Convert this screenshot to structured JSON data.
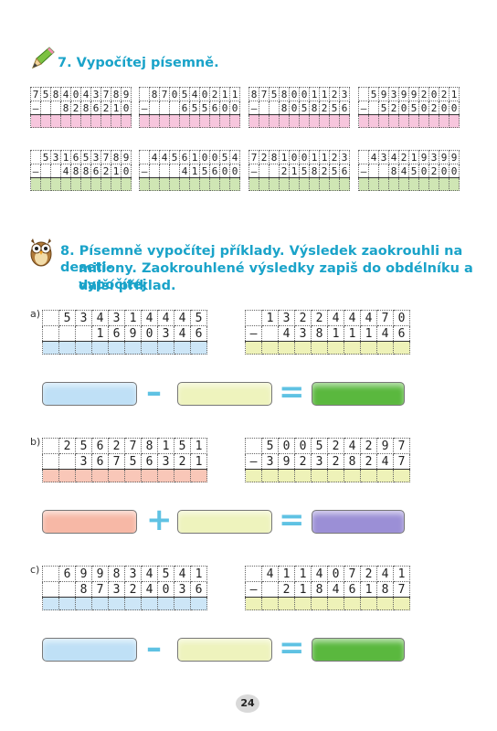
{
  "ex7": {
    "title": "7. Vypočítej písemně.",
    "problems": [
      {
        "top": "7584043789",
        "sign": "–",
        "bottom": "8286210",
        "color": "#f7c6dd"
      },
      {
        "top": "870540211",
        "sign": "–",
        "bottom": "655600",
        "color": "#f7c6dd"
      },
      {
        "top": "8758001123",
        "sign": "–",
        "bottom": "8058256",
        "color": "#f7c6dd"
      },
      {
        "top": "593992021",
        "sign": "–",
        "bottom": "52050200",
        "color": "#f7c6dd"
      },
      {
        "top": "531653789",
        "sign": "–",
        "bottom": "4886210",
        "color": "#cfe6b4"
      },
      {
        "top": "445610054",
        "sign": "–",
        "bottom": "415600",
        "color": "#cfe6b4"
      },
      {
        "top": "7281001123",
        "sign": "–",
        "bottom": "2158256",
        "color": "#cfe6b4"
      },
      {
        "top": "434219399",
        "sign": "–",
        "bottom": "8450200",
        "color": "#cfe6b4"
      }
    ]
  },
  "ex8": {
    "title_line1": "8. Písemně vypočítej příklady. Výsledek zaokrouhli na deseti-",
    "title_line2": "miliony. Zaokrouhlené výsledky zapiš do obdélníku a vypočítej",
    "title_line3": "další příklad.",
    "parts": [
      {
        "label": "a)",
        "op": "–",
        "left": {
          "top": "534314445",
          "sign": "",
          "bottom": "1690346",
          "color": "#cde6f7"
        },
        "right": {
          "top": "132244470",
          "sign": "–",
          "bottom": "43811146",
          "color": "#eef2b8"
        },
        "pills": [
          "#bfe0f6",
          "#eef3bd",
          "#5ab83e"
        ]
      },
      {
        "label": "b)",
        "op": "+",
        "left": {
          "top": "256278151",
          "sign": "",
          "bottom": "36756321",
          "color": "#f9c7b8"
        },
        "right": {
          "top": "500524297",
          "sign": "–",
          "bottom": "392328247",
          "color": "#eef2b8"
        },
        "pills": [
          "#f7b8a6",
          "#eef3bd",
          "#9b8fd6"
        ]
      },
      {
        "label": "c)",
        "op": "–",
        "left": {
          "top": "699834541",
          "sign": "",
          "bottom": "87324036",
          "color": "#cde6f7"
        },
        "right": {
          "top": "411407241",
          "sign": "–",
          "bottom": "21846187",
          "color": "#eef2b8"
        },
        "pills": [
          "#bfe0f6",
          "#eef3bd",
          "#5ab83e"
        ]
      }
    ],
    "equals": "="
  },
  "page_number": "24",
  "icons": {
    "pencil": "pencil-icon",
    "owl": "owl-icon"
  }
}
